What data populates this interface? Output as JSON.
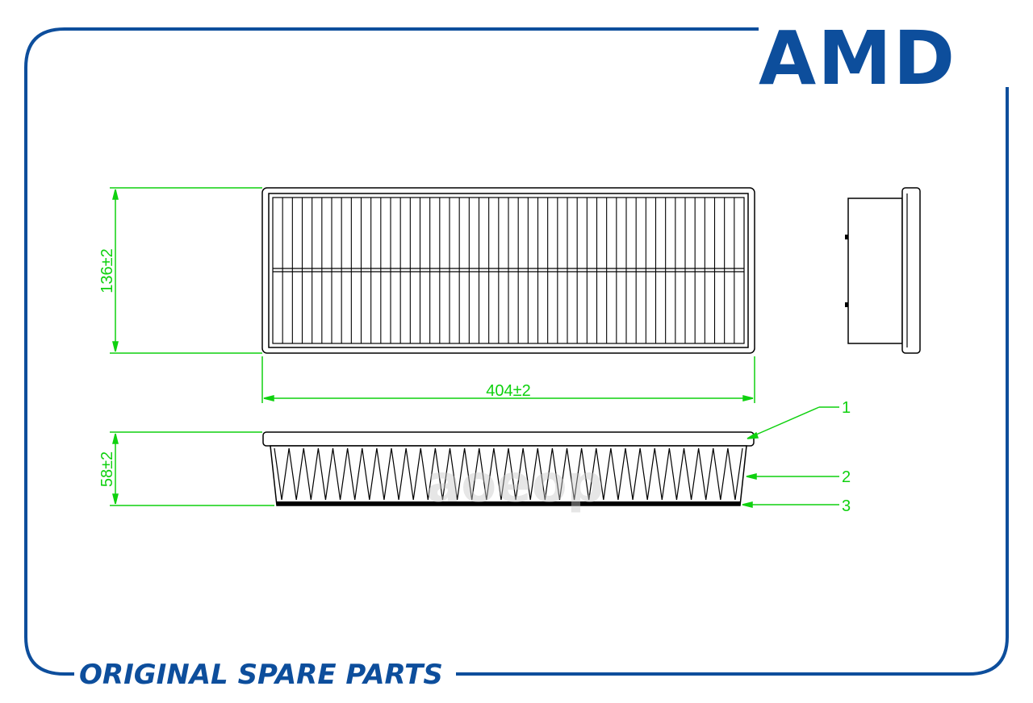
{
  "brand": {
    "logo_text": "AMD",
    "footer_text": "ORIGINAL SPARE PARTS",
    "watermark": "aoeop",
    "primary_color": "#0d4e9c",
    "dimension_color": "#0fd10f"
  },
  "dimensions": {
    "height": "136±2",
    "width": "404±2",
    "depth": "58±2"
  },
  "callouts": {
    "one": "1",
    "two": "2",
    "three": "3"
  },
  "filter": {
    "top_view_pleat_count": 47,
    "side_view_pleat_count": 32
  }
}
